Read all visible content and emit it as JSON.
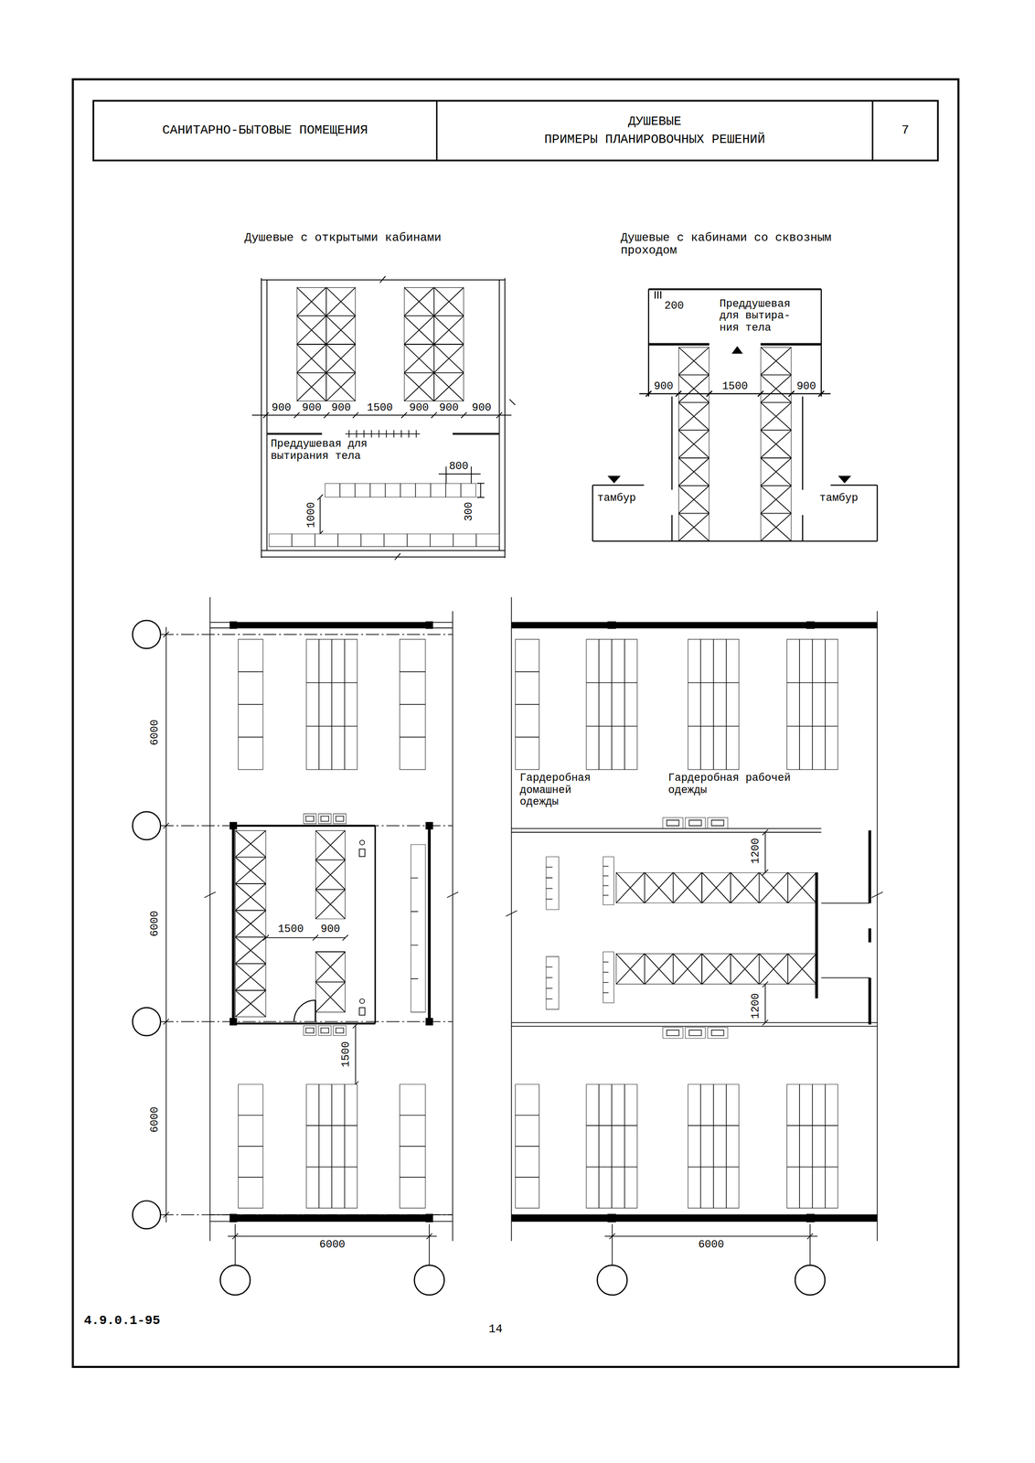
{
  "diagram": {
    "nodes": [
      {
        "text": [
          "САНИТАРНО-БЫТОВЫЕ ПОМЕЩЕНИЯ"
        ]
      },
      {
        "text": [
          "ДУШЕВЫЕ",
          "ПРИМЕРЫ ПЛАНИРОВОЧНЫХ РЕШЕНИЙ"
        ]
      },
      {
        "text": [
          "7"
        ]
      }
    ],
    "labels": [
      "Душевые с открытыми кабинами",
      "Душевые с кабинами со сквозным проходом",
      "900",
      "900",
      "900",
      "1500",
      "900",
      "900",
      "900",
      "Преддушевая для вытирания тела",
      "800",
      "1000",
      "300",
      "200",
      "Преддушевая для вытира- ния тела",
      "900",
      "1500",
      "900",
      "тамбур",
      "тамбур",
      "6000",
      "6000",
      "6000",
      "1500",
      "900",
      "1500",
      "6000",
      "Гардеробная домашней одежды",
      "Гардеробная рабочей одежды",
      "1200",
      "1200",
      "6000",
      "4.9.0.1-95",
      "14"
    ]
  }
}
